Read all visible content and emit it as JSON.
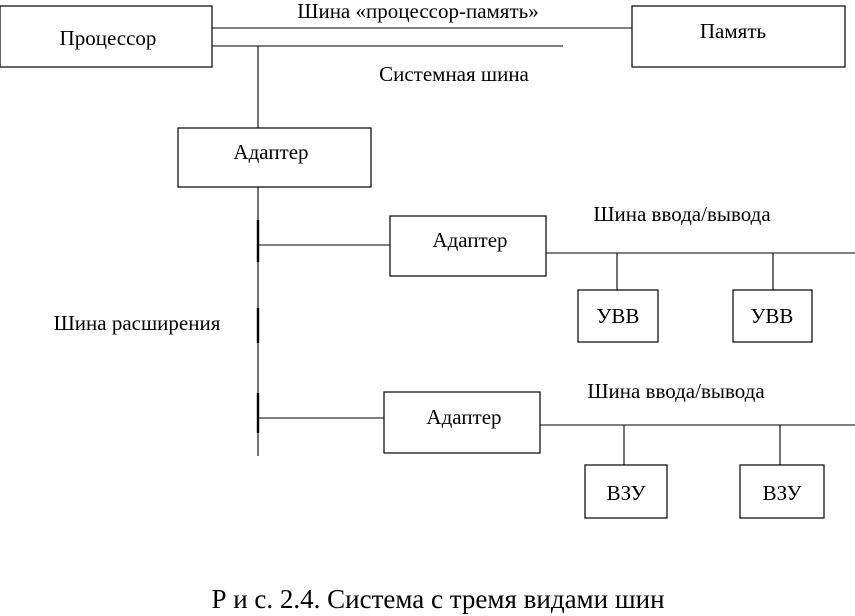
{
  "blocks": {
    "processor": "Процессор",
    "memory": "Память",
    "adapter_main": "Адаптер",
    "adapter_io1": "Адаптер",
    "adapter_io2": "Адаптер",
    "uvv_1": "УВВ",
    "uvv_2": "УВВ",
    "vzu_1": "ВЗУ",
    "vzu_2": "ВЗУ"
  },
  "buses": {
    "processor_memory": "Шина «процессор-память»",
    "system": "Системная шина",
    "expansion": "Шина расширения",
    "io_1": "Шина ввода/вывода",
    "io_2": "Шина ввода/вывода"
  },
  "caption": "Р и с. 2.4. Система с тремя видами шин"
}
